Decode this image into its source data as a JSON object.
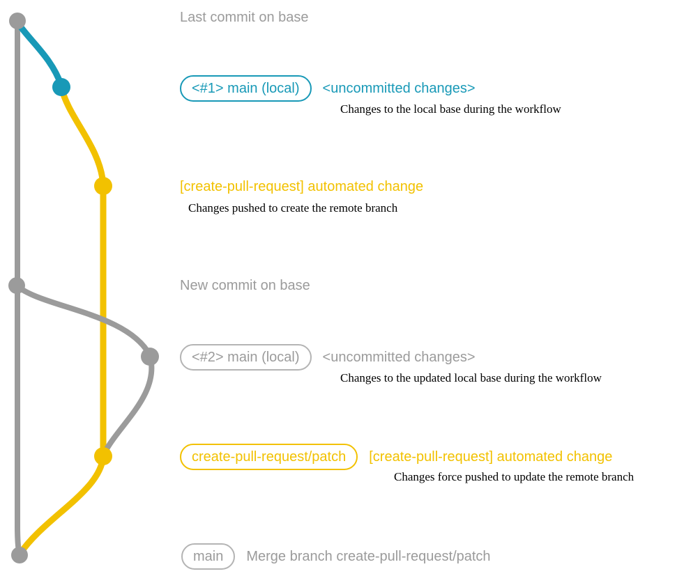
{
  "colors": {
    "gray": "#9b9b9b",
    "gray_border": "#b4b4b4",
    "blue": "#1899b7",
    "yellow": "#f2c100",
    "desc": "#000000",
    "background": "#ffffff"
  },
  "graph": {
    "commits": [
      "last-commit-on-base",
      "main-local-uncommitted-1",
      "create-pull-request-automated-1",
      "new-commit-on-base",
      "main-local-uncommitted-2",
      "create-pull-request-patch",
      "merge-commit-main"
    ]
  },
  "rows": {
    "last_commit": {
      "label": "Last commit on base"
    },
    "main_local_1": {
      "badge": "<#1> main (local)",
      "status": "<uncommitted changes>",
      "desc": "Changes to the local base during the workflow"
    },
    "cpr_change_1": {
      "label": "[create-pull-request] automated change",
      "desc": "Changes pushed to create the remote branch"
    },
    "new_commit": {
      "label": "New commit on base"
    },
    "main_local_2": {
      "badge": "<#2> main (local)",
      "status": "<uncommitted changes>",
      "desc": "Changes to the updated local base during the workflow"
    },
    "cpr_patch": {
      "badge": "create-pull-request/patch",
      "label": "[create-pull-request] automated change",
      "desc": "Changes force pushed to update the remote branch"
    },
    "merge": {
      "badge": "main",
      "label": "Merge branch create-pull-request/patch"
    }
  }
}
